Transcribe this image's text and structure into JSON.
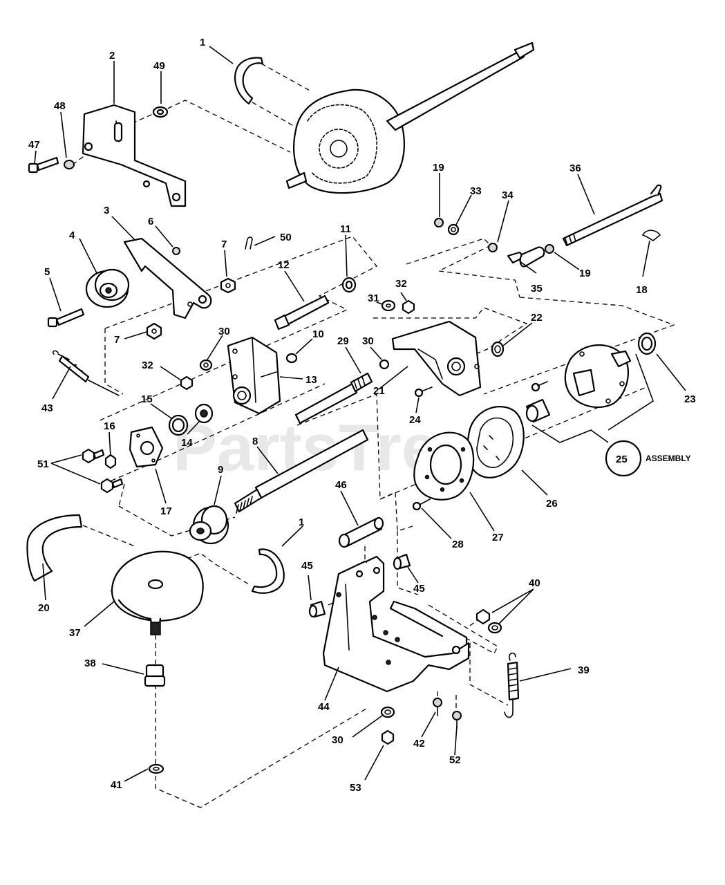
{
  "watermark": "PartsTree",
  "assembly_label": "ASSEMBLY",
  "assembly_callout": "25",
  "callouts": [
    {
      "id": "c1a",
      "text": "1"
    },
    {
      "id": "c2",
      "text": "2"
    },
    {
      "id": "c49",
      "text": "49"
    },
    {
      "id": "c48",
      "text": "48"
    },
    {
      "id": "c47",
      "text": "47"
    },
    {
      "id": "c3",
      "text": "3"
    },
    {
      "id": "c4",
      "text": "4"
    },
    {
      "id": "c5",
      "text": "5"
    },
    {
      "id": "c6",
      "text": "6"
    },
    {
      "id": "c7a",
      "text": "7"
    },
    {
      "id": "c50",
      "text": "50"
    },
    {
      "id": "c11",
      "text": "11"
    },
    {
      "id": "c12",
      "text": "12"
    },
    {
      "id": "c7b",
      "text": "7"
    },
    {
      "id": "c30a",
      "text": "30"
    },
    {
      "id": "c10",
      "text": "10"
    },
    {
      "id": "c32a",
      "text": "32"
    },
    {
      "id": "c13",
      "text": "13"
    },
    {
      "id": "c43",
      "text": "43"
    },
    {
      "id": "c15",
      "text": "15"
    },
    {
      "id": "c16",
      "text": "16"
    },
    {
      "id": "c14",
      "text": "14"
    },
    {
      "id": "c51",
      "text": "51"
    },
    {
      "id": "c17",
      "text": "17"
    },
    {
      "id": "c8",
      "text": "8"
    },
    {
      "id": "c9",
      "text": "9"
    },
    {
      "id": "c1b",
      "text": "1"
    },
    {
      "id": "c20",
      "text": "20"
    },
    {
      "id": "c37",
      "text": "37"
    },
    {
      "id": "c38",
      "text": "38"
    },
    {
      "id": "c41",
      "text": "41"
    },
    {
      "id": "c29",
      "text": "29"
    },
    {
      "id": "c30b",
      "text": "30"
    },
    {
      "id": "c31",
      "text": "31"
    },
    {
      "id": "c32b",
      "text": "32"
    },
    {
      "id": "c21",
      "text": "21"
    },
    {
      "id": "c22",
      "text": "22"
    },
    {
      "id": "c24",
      "text": "24"
    },
    {
      "id": "c19a",
      "text": "19"
    },
    {
      "id": "c33",
      "text": "33"
    },
    {
      "id": "c34",
      "text": "34"
    },
    {
      "id": "c35",
      "text": "35"
    },
    {
      "id": "c19b",
      "text": "19"
    },
    {
      "id": "c36",
      "text": "36"
    },
    {
      "id": "c18",
      "text": "18"
    },
    {
      "id": "c23",
      "text": "23"
    },
    {
      "id": "c26",
      "text": "26"
    },
    {
      "id": "c27",
      "text": "27"
    },
    {
      "id": "c28",
      "text": "28"
    },
    {
      "id": "c46",
      "text": "46"
    },
    {
      "id": "c45a",
      "text": "45"
    },
    {
      "id": "c45b",
      "text": "45"
    },
    {
      "id": "c44",
      "text": "44"
    },
    {
      "id": "c40",
      "text": "40"
    },
    {
      "id": "c39",
      "text": "39"
    },
    {
      "id": "c30c",
      "text": "30"
    },
    {
      "id": "c42",
      "text": "42"
    },
    {
      "id": "c52",
      "text": "52"
    },
    {
      "id": "c53",
      "text": "53"
    }
  ]
}
